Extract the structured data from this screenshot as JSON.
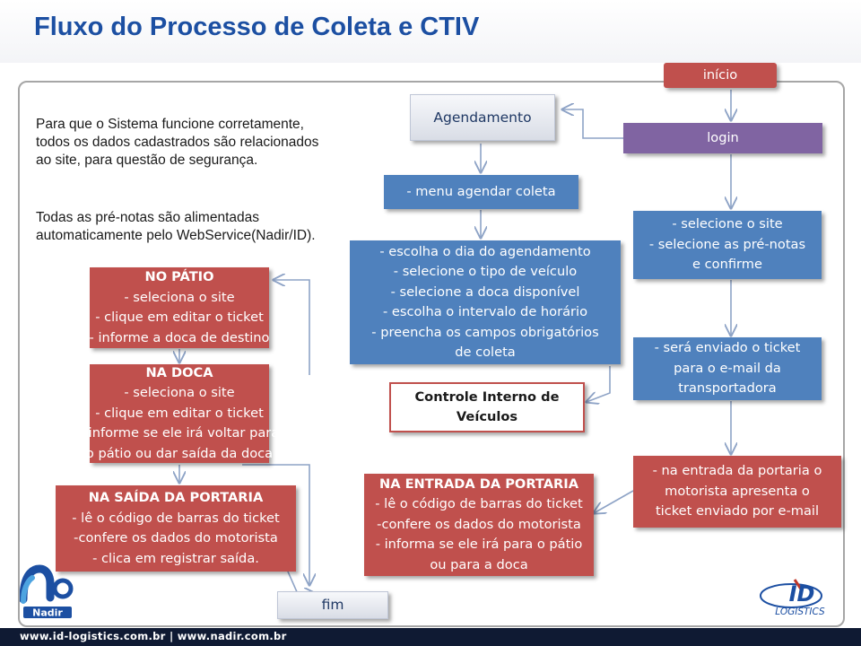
{
  "header": {
    "title": "Fluxo do Processo de Coleta e CTIV"
  },
  "intro": {
    "paragraph1": [
      "Para que o Sistema funcione corretamente,",
      "todos os dados cadastrados são relacionados",
      "ao site, para questão de segurança."
    ],
    "paragraph2": [
      "Todas as pré-notas são alimentadas",
      "automaticamente pelo WebService(Nadir/ID)."
    ]
  },
  "nodes": {
    "inicio": {
      "lines": [
        "início"
      ]
    },
    "login": {
      "lines": [
        "login"
      ]
    },
    "selecione_site": {
      "lines": [
        "- selecione o site",
        "- selecione as pré-notas",
        "e confirme"
      ]
    },
    "enviado_ticket": {
      "lines": [
        "- será enviado o ticket",
        "para o e-mail da",
        "transportadora"
      ]
    },
    "entrada_portaria_motorista": {
      "lines": [
        "- na entrada da portaria o",
        "motorista apresenta o",
        "ticket enviado por e-mail"
      ]
    },
    "agendamento": {
      "lines": [
        "Agendamento"
      ]
    },
    "menu_agendar": {
      "lines": [
        "- menu agendar coleta"
      ]
    },
    "escolha_dia": {
      "lines": [
        "- escolha o dia do agendamento",
        "- selecione o tipo de veículo",
        "- selecione a doca  disponível",
        "- escolha o intervalo de horário",
        "- preencha os campos obrigatórios",
        "de coleta"
      ]
    },
    "controle_interno": {
      "lines": [
        "Controle Interno de",
        "Veículos"
      ]
    },
    "na_entrada_portaria": {
      "lines": [
        "NA ENTRADA DA PORTARIA",
        "- lê o código de barras do ticket",
        "-confere os dados do motorista",
        "- informa se ele irá para o pátio",
        "ou para a doca"
      ]
    },
    "no_patio": {
      "lines": [
        "NO PÁTIO",
        "- seleciona o site",
        "- clique em editar o ticket",
        "- informe a doca de destino"
      ]
    },
    "na_doca": {
      "lines": [
        "NA DOCA",
        "- seleciona o site",
        "- clique em editar o ticket",
        "- informe se ele irá voltar para",
        "o pátio ou dar saída da doca"
      ]
    },
    "na_saida_portaria": {
      "lines": [
        "NA SAÍDA DA PORTARIA",
        "- lê o código de barras do ticket",
        "-confere os dados do motorista",
        "- clica em registrar saída."
      ]
    },
    "fim": {
      "lines": [
        "fim"
      ]
    }
  },
  "footer": {
    "text": "www.id-logistics.com.br | www.nadir.com.br"
  },
  "logos": {
    "left": "nadir-logo",
    "right": "id-logistics-logo"
  },
  "colors": {
    "title": "#1c4fa2",
    "red": "#c0504d",
    "blue": "#4f81bd",
    "purple": "#8064a2",
    "footer": "#0f1a33"
  }
}
